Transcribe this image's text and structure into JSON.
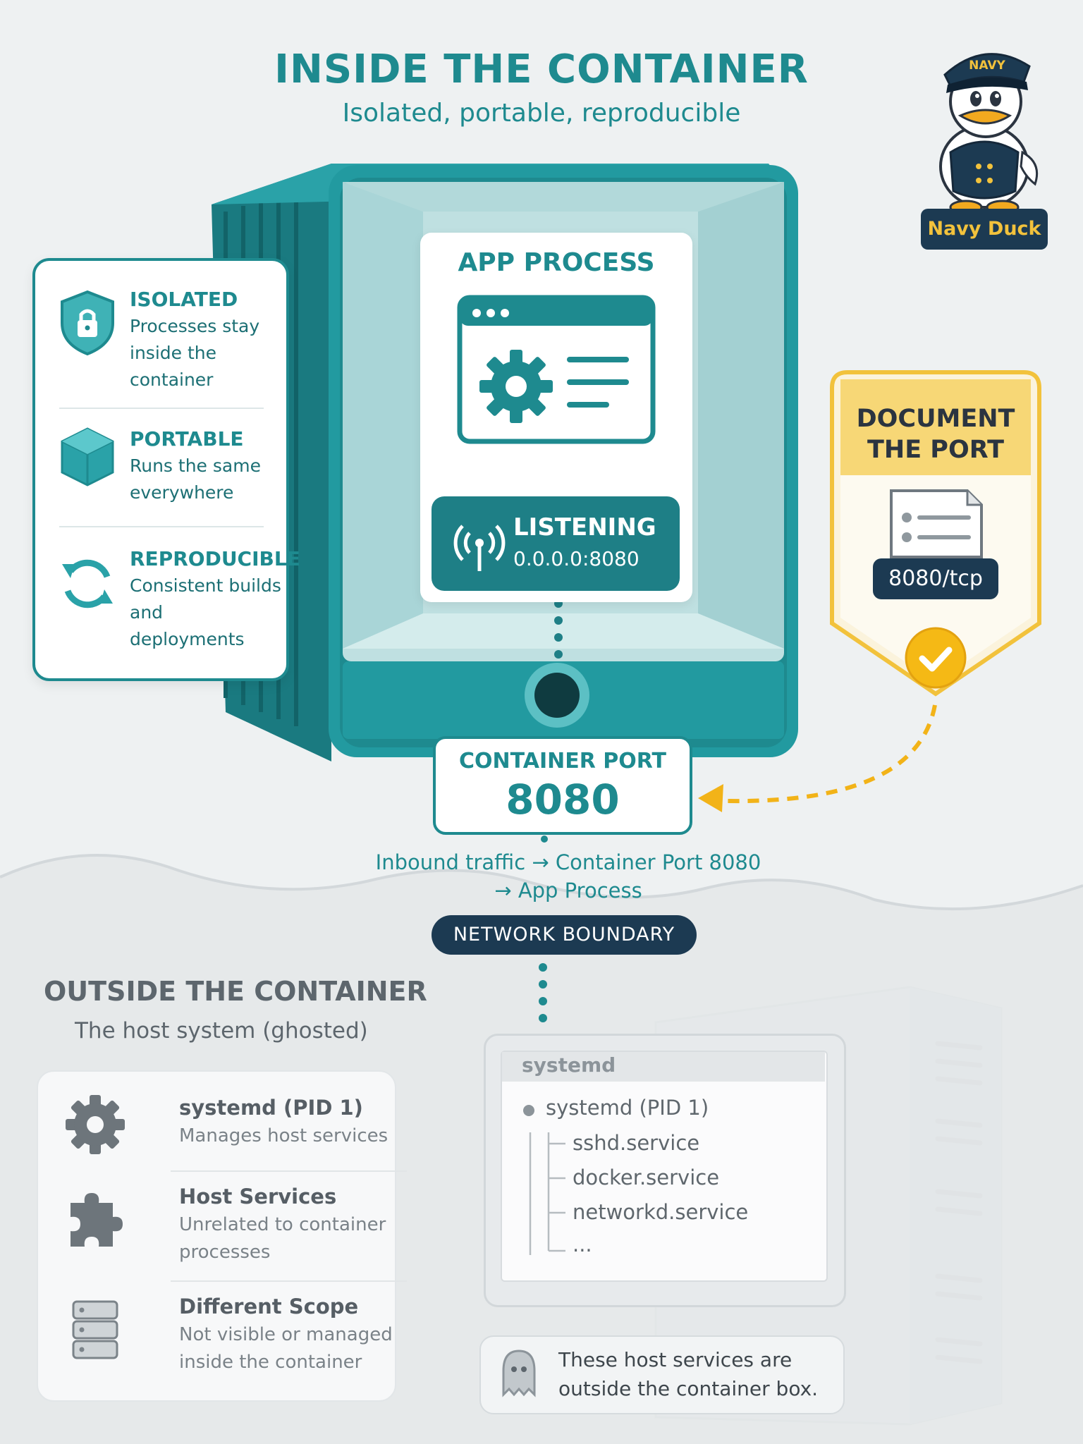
{
  "header": {
    "title": "INSIDE THE CONTAINER",
    "subtitle": "Isolated, portable, reproducible"
  },
  "mascot": {
    "cap_text": "NAVY",
    "badge": "Navy Duck"
  },
  "features": [
    {
      "icon": "shield-lock-icon",
      "title": "ISOLATED",
      "desc": "Processes stay inside the container"
    },
    {
      "icon": "cube-icon",
      "title": "PORTABLE",
      "desc": "Runs the same everywhere"
    },
    {
      "icon": "refresh-icon",
      "title": "REPRODUCIBLE",
      "desc": "Consistent builds and deployments"
    }
  ],
  "app": {
    "title": "APP PROCESS",
    "listening_label": "LISTENING",
    "listening_address": "0.0.0.0:8080"
  },
  "container_port": {
    "label": "CONTAINER PORT",
    "value": "8080"
  },
  "document_port": {
    "title_line1": "DOCUMENT",
    "title_line2": "THE PORT",
    "port_spec": "8080/tcp"
  },
  "flow": {
    "line1": "Inbound traffic → Container Port 8080",
    "line2": "→ App Process",
    "boundary": "NETWORK BOUNDARY"
  },
  "outside": {
    "title": "OUTSIDE THE CONTAINER",
    "subtitle": "The host system (ghosted)",
    "items": [
      {
        "icon": "gear-icon",
        "title": "systemd (PID 1)",
        "desc": "Manages host services"
      },
      {
        "icon": "puzzle-icon",
        "title": "Host Services",
        "desc": "Unrelated to container processes"
      },
      {
        "icon": "server-stack-icon",
        "title": "Different Scope",
        "desc": "Not visible or managed inside the container"
      }
    ]
  },
  "host_screen": {
    "window_label": "systemd",
    "root": "systemd (PID 1)",
    "children": [
      "sshd.service",
      "docker.service",
      "networkd.service",
      "..."
    ]
  },
  "ghost_note": "These host services are outside the container box.",
  "colors": {
    "teal": "#1e8a8f",
    "navy": "#1c3a52",
    "gold": "#f2c23c",
    "ghost_gray": "#5d666d"
  }
}
